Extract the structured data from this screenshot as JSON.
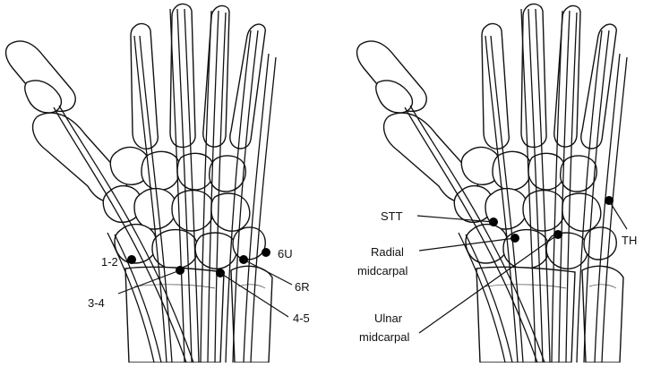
{
  "left_panel": {
    "labels": {
      "p12": "1-2",
      "p34": "3-4",
      "p45": "4-5",
      "p6u": "6U",
      "p6r": "6R"
    }
  },
  "right_panel": {
    "labels": {
      "stt": "STT",
      "radial_l1": "Radial",
      "radial_l2": "midcarpal",
      "ulnar_l1": "Ulnar",
      "ulnar_l2": "midcarpal",
      "th": "TH"
    }
  }
}
